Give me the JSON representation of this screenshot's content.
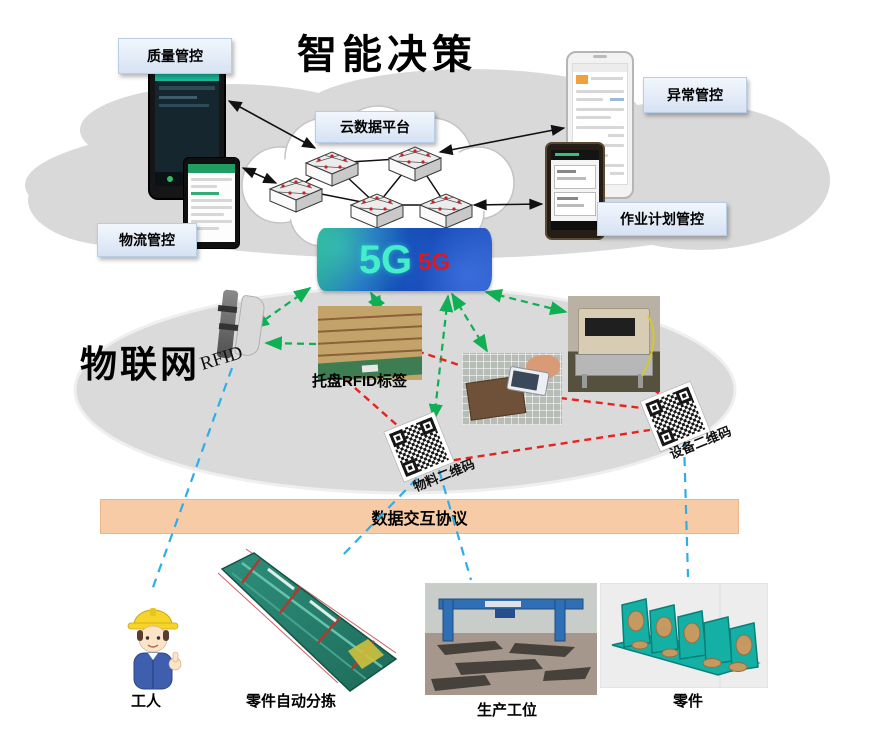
{
  "title": "智能决策",
  "layers": {
    "decision_cloud": {
      "platform_label": "云数据平台"
    },
    "network_banner": {
      "g5_main": "5G",
      "g5_sub": "5G"
    },
    "iot": {
      "label": "物联网",
      "rfid_label": "RFID",
      "pallet_tag_label": "托盘RFID标签",
      "material_qr_label": "物料二维码",
      "equipment_qr_label": "设备二维码"
    },
    "protocol_banner": {
      "label": "数据交互协议"
    }
  },
  "terminals": {
    "quality": {
      "label": "质量管控"
    },
    "abnormal": {
      "label": "异常管控"
    },
    "logistics": {
      "label": "物流管控"
    },
    "plan": {
      "label": "作业计划管控"
    }
  },
  "bottom_items": {
    "worker": {
      "label": "工人"
    },
    "sorting": {
      "label": "零件自动分拣"
    },
    "station": {
      "label": "生产工位"
    },
    "parts": {
      "label": "零件"
    }
  },
  "icons": {
    "cloud": "decision-cloud-shape",
    "network_nodes": "switch-node-icon",
    "rfid_reader": "rfid-reader-icon",
    "qr_codes": "qr-code-icon",
    "worker_cartoon": "worker-avatar"
  },
  "colors": {
    "cloud_gray": "#d9d9d9",
    "label_box_bg": "#d6e2f3",
    "protocol_banner_bg": "#f7cba6",
    "g5_banner_bg": "#1655c0",
    "g5_main_color": "#45eecb",
    "g5_sub_color": "#e0181c",
    "arrow_black": "#111111",
    "arrow_green": "#0faf54",
    "arrow_red": "#e8231d",
    "arrow_blue": "#2eaee8"
  }
}
